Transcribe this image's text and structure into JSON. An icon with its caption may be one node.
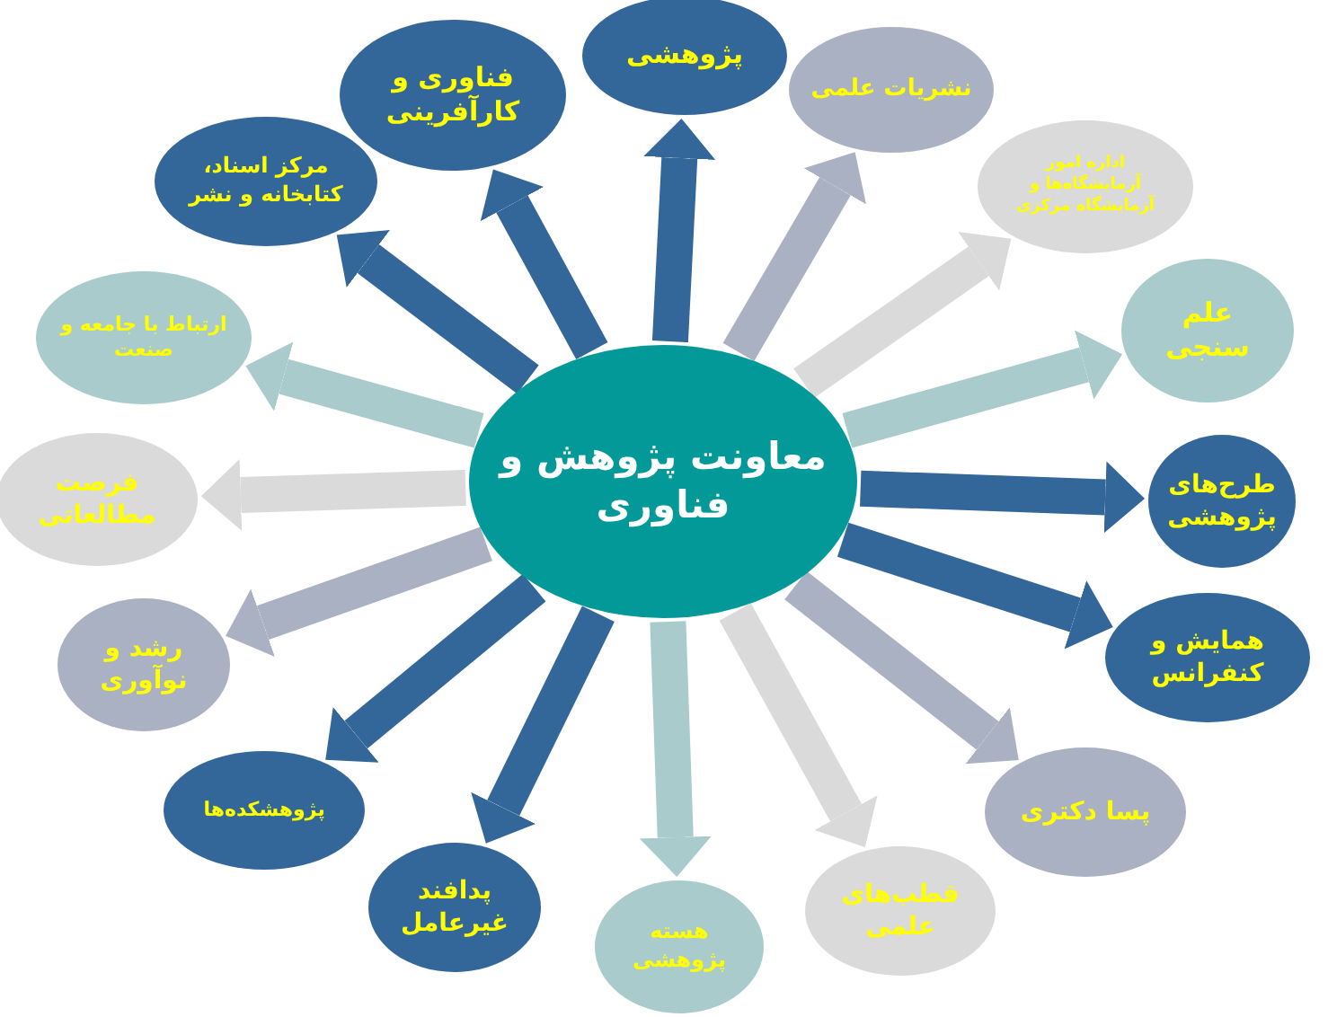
{
  "diagram": {
    "nodes": [
      {
        "text": [
          "معاونت پژوهش و فناوری"
        ]
      },
      {
        "text": [
          "پژوهشی"
        ]
      },
      {
        "text": [
          "نشریات علمی"
        ]
      },
      {
        "text": [
          "اداره امور آزمایشگاه‌ها و آزمایشگاه مرکزی"
        ]
      },
      {
        "text": [
          "علم سنجی"
        ]
      },
      {
        "text": [
          "طرح‌های پژوهشی"
        ]
      },
      {
        "text": [
          "همایش و کنفرانس"
        ]
      },
      {
        "text": [
          "پسا دکتری"
        ]
      },
      {
        "text": [
          "قطب‌های علمی"
        ]
      },
      {
        "text": [
          "هسته پژوهشی"
        ]
      },
      {
        "text": [
          "پدافند غیرعامل"
        ]
      },
      {
        "text": [
          "پژوهشکده‌ها"
        ]
      },
      {
        "text": [
          "رشد و نوآوری"
        ]
      },
      {
        "text": [
          "فرصت مطالعاتی"
        ]
      },
      {
        "text": [
          "ارتباط با جامعه و صنعت"
        ]
      },
      {
        "text": [
          "مرکز اسناد، کتابخانه و نشر"
        ]
      },
      {
        "text": [
          "فناوری و کارآفرینی"
        ]
      }
    ],
    "edges": [
      {
        "from": 0,
        "to": 1,
        "arrow": "to"
      },
      {
        "from": 0,
        "to": 2,
        "arrow": "to",
        "color": "#aab1c2"
      },
      {
        "from": 0,
        "to": 3,
        "arrow": "to",
        "color": "#dadada"
      },
      {
        "from": 0,
        "to": 4,
        "arrow": "to",
        "color": "#a9cbcb"
      },
      {
        "from": 0,
        "to": 5,
        "arrow": "to"
      },
      {
        "from": 0,
        "to": 6,
        "arrow": "to"
      },
      {
        "from": 0,
        "to": 7,
        "arrow": "to",
        "color": "#aab1c2"
      },
      {
        "from": 0,
        "to": 8,
        "arrow": "to",
        "color": "#dadada"
      },
      {
        "from": 0,
        "to": 9,
        "arrow": "to",
        "color": "#a9cbcb"
      },
      {
        "from": 0,
        "to": 10,
        "arrow": "to"
      },
      {
        "from": 0,
        "to": 11,
        "arrow": "to"
      },
      {
        "from": 0,
        "to": 12,
        "arrow": "to",
        "color": "#aab1c2"
      },
      {
        "from": 0,
        "to": 13,
        "arrow": "to",
        "color": "#dadada"
      },
      {
        "from": 0,
        "to": 14,
        "arrow": "to",
        "color": "#a9cbcb"
      },
      {
        "from": 0,
        "to": 15,
        "arrow": "to"
      },
      {
        "from": 0,
        "to": 16,
        "arrow": "to"
      }
    ]
  }
}
